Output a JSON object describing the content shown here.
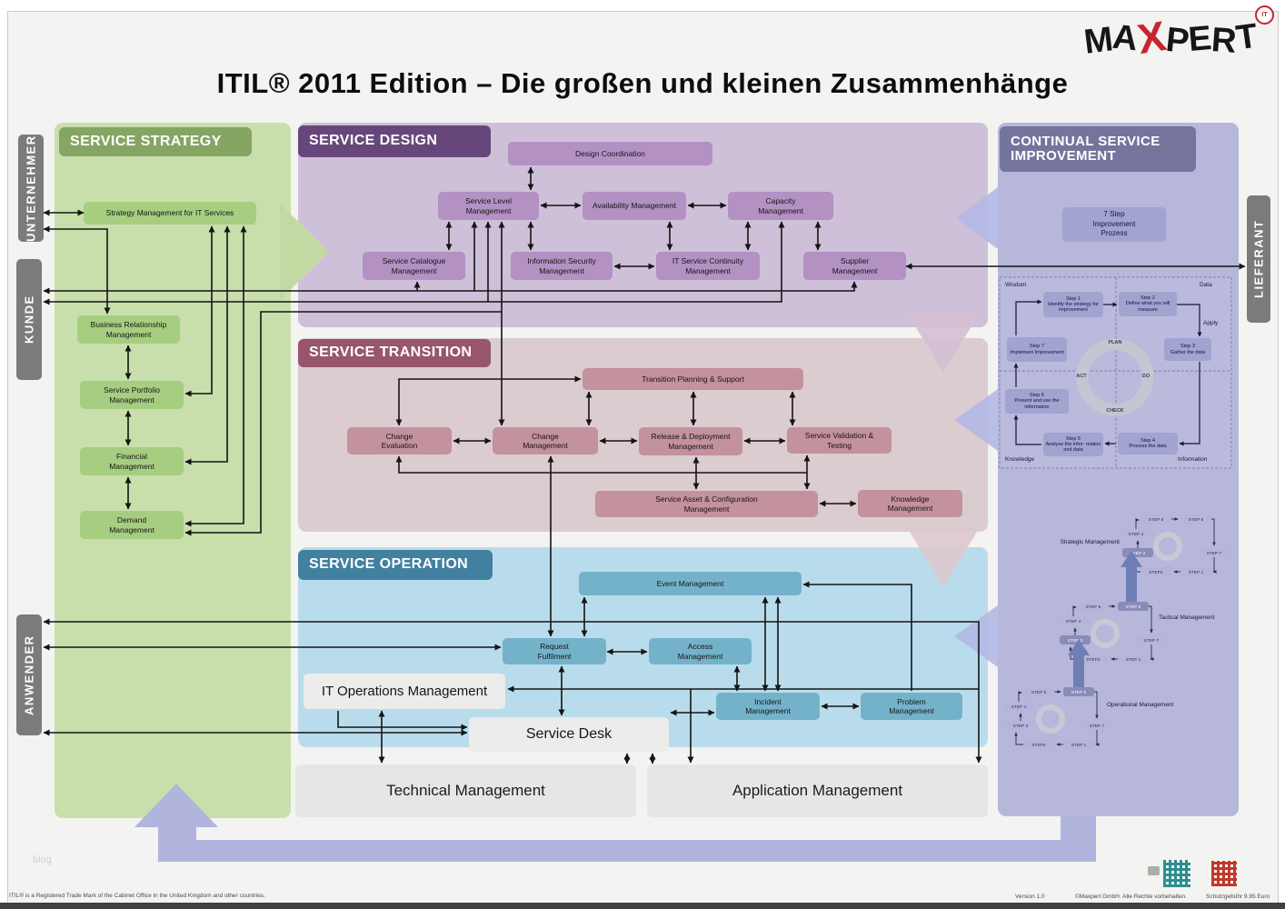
{
  "title": "ITIL® 2011 Edition – Die großen und kleinen Zusammenhänge",
  "logo": {
    "letters": [
      "M",
      "A",
      "X",
      "P",
      "E",
      "R",
      "T"
    ],
    "badge": "IT"
  },
  "stakeholders": {
    "unternehmer": "UNTERNEHMER",
    "kunde": "KUNDE",
    "anwender": "ANWENDER",
    "lieferant": "LIEFERANT"
  },
  "strategy": {
    "header": "SERVICE STRATEGY",
    "smits": "Strategy Management for IT Services",
    "brm": "Business Relationship Management",
    "spm": "Service Portfolio Management",
    "fm": "Financial Management",
    "dm": "Demand Management"
  },
  "design": {
    "header": "SERVICE DESIGN",
    "dc": "Design Coordination",
    "slm": "Service Level Management",
    "am": "Availability Management",
    "cm": "Capacity Management",
    "scm": "Service Catalogue Management",
    "ism": "Information Security Management",
    "itscm": "IT Service Continuity Management",
    "sup": "Supplier Management"
  },
  "transition": {
    "header": "SERVICE TRANSITION",
    "tps": "Transition Planning & Support",
    "ce": "Change Evaluation",
    "chm": "Change Management",
    "rdm": "Release & Deployment Management",
    "svt": "Service Validation & Testing",
    "sacm": "Service Asset & Configuration Management",
    "km": "Knowledge Management"
  },
  "operation": {
    "header": "SERVICE OPERATION",
    "em": "Event Management",
    "rf": "Request Fulfilment",
    "acm": "Access Management",
    "itops": "IT Operations Management",
    "sd": "Service Desk",
    "im": "Incident Management",
    "pm": "Problem Management"
  },
  "functions": {
    "technical": "Technical Management",
    "application": "Application Management"
  },
  "csi": {
    "header": "CONTINUAL SERVICE IMPROVEMENT",
    "process": "7 Step Improvement Prozess",
    "quadrants": {
      "tl": "Wisdom",
      "tr": "Data",
      "bl": "Knowledge",
      "br": "Information",
      "apply": "Apply"
    },
    "deming": {
      "plan": "PLAN",
      "do": "DO",
      "check": "CHECK",
      "act": "ACT"
    },
    "steps": [
      {
        "name": "Step 1",
        "text": "Identify the strategy for improvement"
      },
      {
        "name": "Step 2",
        "text": "Define what you will measure"
      },
      {
        "name": "Step 3",
        "text": "Gather the data"
      },
      {
        "name": "Step 4",
        "text": "Process the data"
      },
      {
        "name": "Step 5",
        "text": "Analyse the infor- mation and data"
      },
      {
        "name": "Step 6",
        "text": "Present and use the information"
      },
      {
        "name": "Step 7",
        "text": "Implement Improvement"
      }
    ],
    "cascade": {
      "levels": [
        "Strategic Management",
        "Tactical Management",
        "Operational Management"
      ],
      "steps": [
        "STEP 1",
        "STEP2",
        "STEP 3",
        "STEP 4",
        "STEP 5",
        "STEP 6",
        "STEP 7"
      ]
    }
  },
  "footer": {
    "trademark": "ITIL® is a Registered Trade Mark of the Cabinet Office in the United Kingdom and other countries.",
    "version": "Version 1.0",
    "copyright": "©Maxpert GmbH. Alle Rechte vorbehalten.",
    "fee": "Schutzgebühr 9.95 Euro",
    "watermark": "blog"
  },
  "colors": {
    "strategy": "#85a563",
    "design": "#67477b",
    "transition": "#97566b",
    "operation": "#42809f",
    "csi": "#74749d",
    "accent_red": "#c8252c"
  }
}
